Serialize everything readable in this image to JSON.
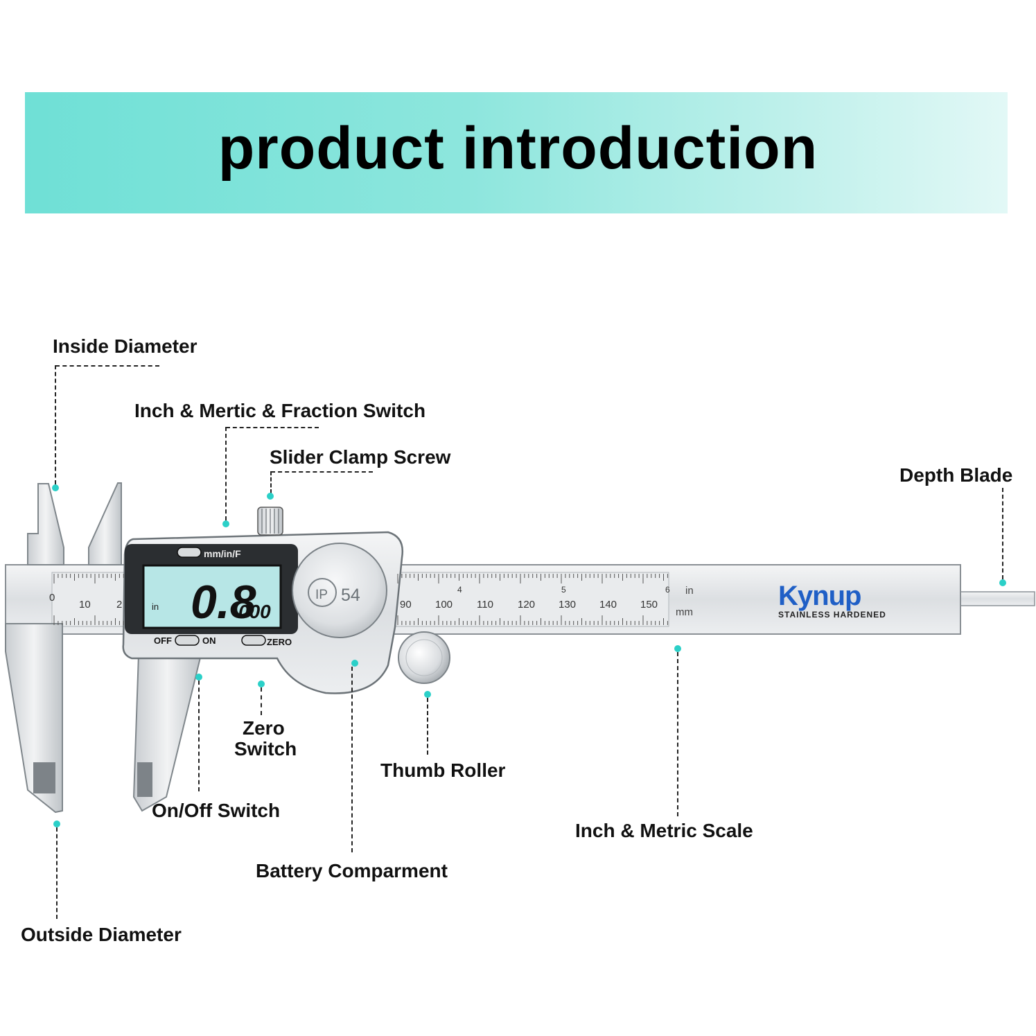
{
  "banner": {
    "title": "product introduction"
  },
  "labels": {
    "inside_diameter": "Inside Diameter",
    "fraction_switch": "Inch & Mertic & Fraction Switch",
    "clamp_screw": "Slider Clamp Screw",
    "depth_blade": "Depth Blade",
    "zero_switch_line1": "Zero",
    "zero_switch_line2": "Switch",
    "thumb_roller": "Thumb Roller",
    "onoff_switch": "On/Off Switch",
    "metric_scale": "Inch & Metric Scale",
    "battery": "Battery Comparment",
    "outside_diameter": "Outside Diameter"
  },
  "device": {
    "brand": "Kynup",
    "brand_sub": "STAINLESS  HARDENED",
    "display_value": "0.8",
    "display_small": "000",
    "display_unit": "in",
    "btn_mode": "mm/in/F",
    "btn_off": "OFF",
    "btn_on": "ON",
    "btn_zero": "ZERO",
    "ip_rating": "IP",
    "ip_number": "54",
    "unit_in": "in",
    "unit_mm": "mm",
    "mm_ticks": [
      "0",
      "10",
      "2",
      "90",
      "100",
      "110",
      "120",
      "130",
      "140",
      "150"
    ],
    "inch_ticks": [
      "4",
      "5",
      "6"
    ]
  },
  "colors": {
    "accent": "#2bd0c8",
    "lcd": "#b7e6e6",
    "brand_blue": "#1f5fc6",
    "brand_orange": "#e07a2f"
  }
}
